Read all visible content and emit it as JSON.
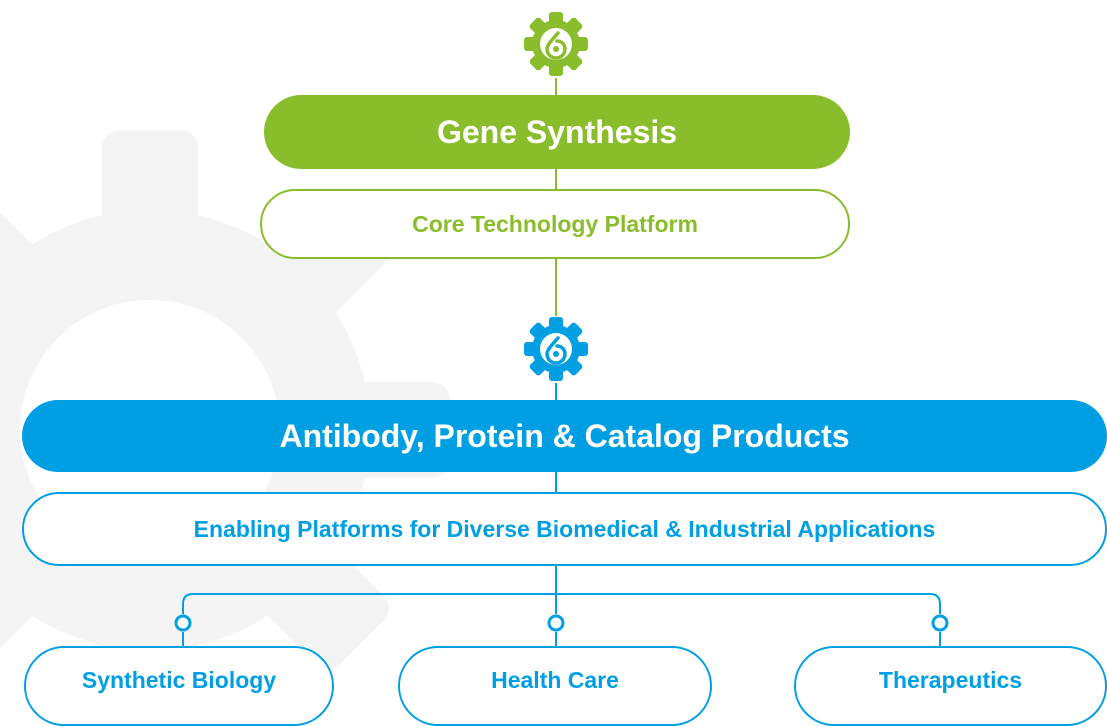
{
  "colors": {
    "green": "#8abd2c",
    "blue": "#009fe4",
    "background_gear": "#f3f3f3"
  },
  "icons": {
    "top": "gear-drop-icon",
    "middle": "gear-drop-icon"
  },
  "core": {
    "title": "Gene Synthesis",
    "subtitle": "Core Technology Platform"
  },
  "products": {
    "title": "Antibody, Protein & Catalog Products",
    "subtitle": "Enabling Platforms for Diverse Biomedical & Industrial Applications"
  },
  "applications": [
    "Synthetic Biology",
    "Health Care",
    "Therapeutics"
  ]
}
